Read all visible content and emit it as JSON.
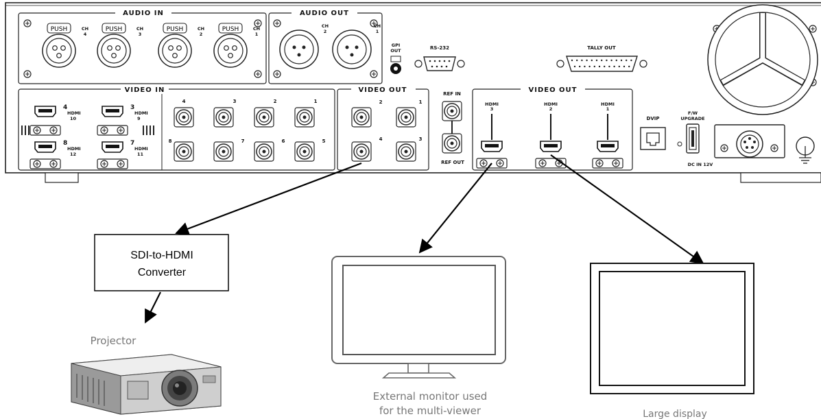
{
  "audio_in": {
    "title": "AUDIO IN",
    "push_label": "PUSH",
    "ch_label": "CH",
    "channels": [
      "4",
      "3",
      "2",
      "1"
    ]
  },
  "audio_out": {
    "title": "AUDIO OUT",
    "ch_label": "CH",
    "channels": [
      "2",
      "1"
    ]
  },
  "gpi_out": {
    "line1": "GPI",
    "line2": "OUT"
  },
  "rs232": "RS-232",
  "tally_out": "TALLY OUT",
  "video_in": {
    "title": "VIDEO IN",
    "hdmi_label": "HDMI",
    "hdmi_ports": [
      {
        "sdi": "4",
        "hdmi": "10"
      },
      {
        "sdi": "3",
        "hdmi": "9"
      },
      {
        "sdi": "8",
        "hdmi": "12"
      },
      {
        "sdi": "7",
        "hdmi": "11"
      }
    ],
    "sdi_top": [
      "4",
      "3",
      "2",
      "1"
    ],
    "sdi_bottom": [
      "8",
      "7",
      "6",
      "5"
    ]
  },
  "video_out_sdi": {
    "title": "VIDEO OUT",
    "top": [
      "2",
      "1"
    ],
    "bottom": [
      "4",
      "3"
    ]
  },
  "ref_in": "REF IN",
  "ref_out": "REF OUT",
  "video_out_hdmi": {
    "title": "VIDEO OUT",
    "hdmi_label": "HDMI",
    "ports": [
      "3",
      "2",
      "1"
    ]
  },
  "dvip": "DVIP",
  "fw_upgrade": {
    "line1": "F/W",
    "line2": "UPGRADE"
  },
  "dc_in": "DC IN 12V",
  "converter": {
    "line1": "SDI-to-HDMI",
    "line2": "Converter"
  },
  "projector_label": "Projector",
  "monitor_label": {
    "line1": "External monitor used",
    "line2": "for the multi-viewer"
  },
  "large_display_label": "Large display"
}
